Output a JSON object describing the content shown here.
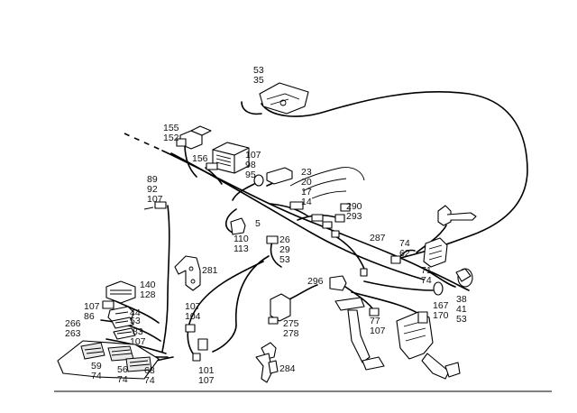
{
  "diagram": {
    "callouts": [
      {
        "id": "c1",
        "lines": [
          "53",
          "35"
        ]
      },
      {
        "id": "c2",
        "lines": [
          "155",
          "152"
        ]
      },
      {
        "id": "c3",
        "lines": [
          "156"
        ]
      },
      {
        "id": "c4",
        "lines": [
          "107",
          "98",
          "95"
        ]
      },
      {
        "id": "c5",
        "lines": [
          "23",
          "20",
          "17",
          "14"
        ]
      },
      {
        "id": "c6",
        "lines": [
          "89",
          "92",
          "107"
        ]
      },
      {
        "id": "c7",
        "lines": [
          "290",
          "293"
        ]
      },
      {
        "id": "c8",
        "lines": [
          "5"
        ]
      },
      {
        "id": "c9",
        "lines": [
          "110",
          "113"
        ]
      },
      {
        "id": "c10",
        "lines": [
          "26",
          "29",
          "53"
        ]
      },
      {
        "id": "c11",
        "lines": [
          "287"
        ]
      },
      {
        "id": "c12",
        "lines": [
          "74",
          "62"
        ]
      },
      {
        "id": "c13",
        "lines": [
          "281"
        ]
      },
      {
        "id": "c14",
        "lines": [
          "71",
          "74"
        ]
      },
      {
        "id": "c15",
        "lines": [
          "296"
        ]
      },
      {
        "id": "c16",
        "lines": [
          "140",
          "128"
        ]
      },
      {
        "id": "c17",
        "lines": [
          "38",
          "41",
          "53"
        ]
      },
      {
        "id": "c18",
        "lines": [
          "107",
          "86"
        ]
      },
      {
        "id": "c19",
        "lines": [
          "107",
          "104"
        ]
      },
      {
        "id": "c20",
        "lines": [
          "167",
          "170"
        ]
      },
      {
        "id": "c21",
        "lines": [
          "266",
          "263"
        ]
      },
      {
        "id": "c22",
        "lines": [
          "44"
        ]
      },
      {
        "id": "c23",
        "lines": [
          "53"
        ]
      },
      {
        "id": "c24",
        "lines": [
          "275",
          "278"
        ]
      },
      {
        "id": "c25",
        "lines": [
          "77",
          "107"
        ]
      },
      {
        "id": "c26",
        "lines": [
          "83"
        ]
      },
      {
        "id": "c27",
        "lines": [
          "107"
        ]
      },
      {
        "id": "c28",
        "lines": [
          "284"
        ]
      },
      {
        "id": "c29",
        "lines": [
          "59",
          "74"
        ]
      },
      {
        "id": "c30",
        "lines": [
          "56",
          "74"
        ]
      },
      {
        "id": "c31",
        "lines": [
          "68",
          "74"
        ]
      },
      {
        "id": "c32",
        "lines": [
          "101",
          "107"
        ]
      }
    ]
  }
}
